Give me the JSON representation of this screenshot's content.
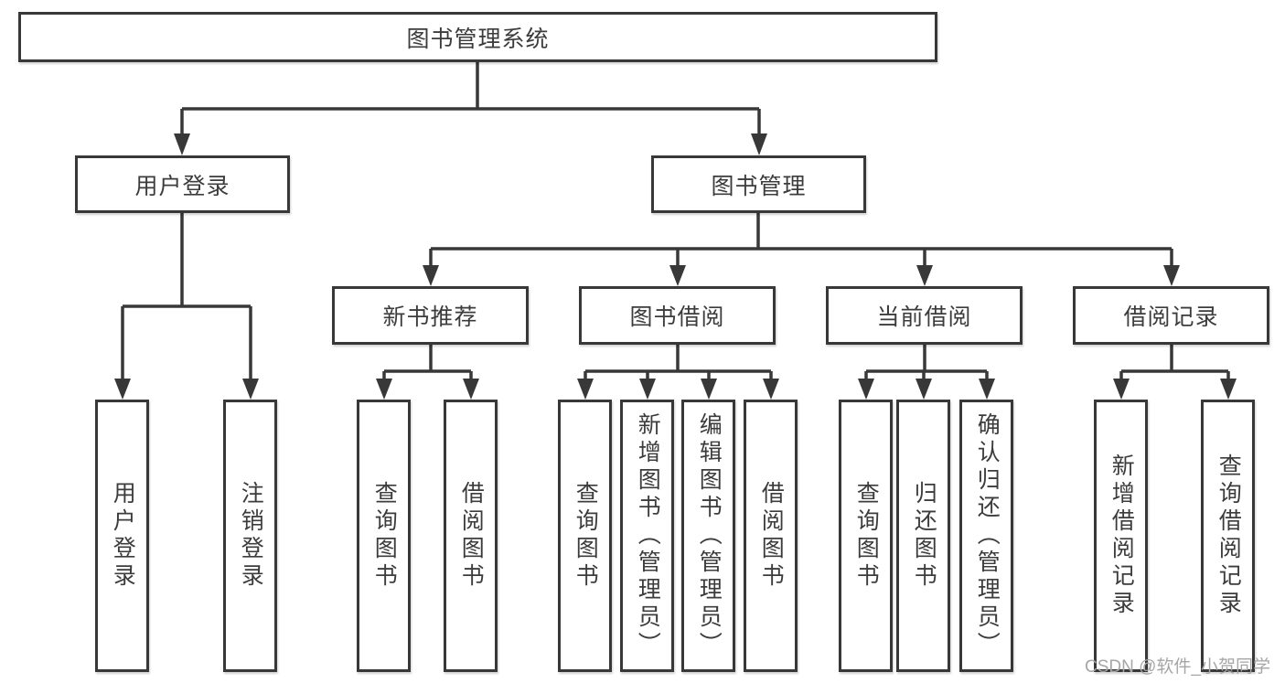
{
  "diagram_type": "tree",
  "nodes": {
    "root": {
      "label": "图书管理系统"
    },
    "l2": [
      {
        "label": "用户登录",
        "parent": "图书管理系统"
      },
      {
        "label": "图书管理",
        "parent": "图书管理系统"
      }
    ],
    "l3": [
      {
        "label": "新书推荐",
        "parent": "图书管理"
      },
      {
        "label": "图书借阅",
        "parent": "图书管理"
      },
      {
        "label": "当前借阅",
        "parent": "图书管理"
      },
      {
        "label": "借阅记录",
        "parent": "图书管理"
      }
    ],
    "l4": [
      {
        "label": "用户登录",
        "parent": "用户登录"
      },
      {
        "label": "注销登录",
        "parent": "用户登录"
      },
      {
        "label": "查询图书",
        "parent": "新书推荐"
      },
      {
        "label": "借阅图书",
        "parent": "新书推荐"
      },
      {
        "label": "查询图书",
        "parent": "图书借阅"
      },
      {
        "label": "新增图书（管理员）",
        "parent": "图书借阅"
      },
      {
        "label": "编辑图书（管理员）",
        "parent": "图书借阅"
      },
      {
        "label": "借阅图书",
        "parent": "图书借阅"
      },
      {
        "label": "查询图书",
        "parent": "当前借阅"
      },
      {
        "label": "归还图书",
        "parent": "当前借阅"
      },
      {
        "label": "确认归还（管理员）",
        "parent": "当前借阅"
      },
      {
        "label": "新增借阅记录",
        "parent": "借阅记录"
      },
      {
        "label": "查询借阅记录",
        "parent": "借阅记录"
      }
    ]
  },
  "watermark": {
    "text": "CSDN @软件_小贺同学"
  },
  "colors": {
    "line": "#383838",
    "text": "#3c3c3c",
    "box_background": "#ffffff",
    "page_background": "#ffffff",
    "watermark": "#a6a6a6"
  }
}
